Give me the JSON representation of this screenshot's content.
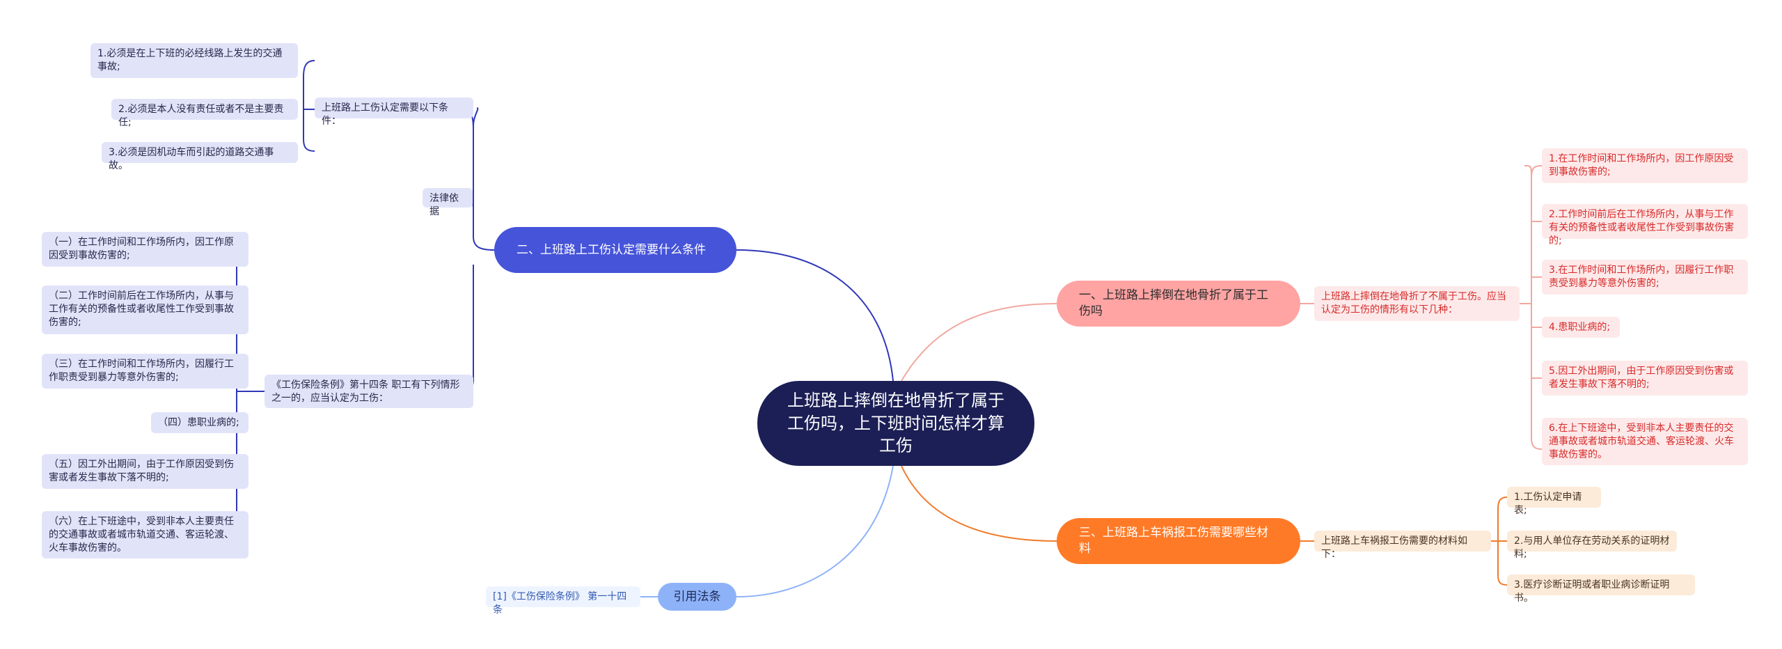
{
  "root": {
    "title": "上班路上摔倒在地骨折了属于工伤吗，上下班时间怎样才算工伤"
  },
  "left_branch": {
    "title": "二、上班路上工伤认定需要什么条件",
    "law_label": "法律依据",
    "conditions_label": "上班路上工伤认定需要以下条件：",
    "conditions": [
      "1.必须是在上下班的必经线路上发生的交通事故;",
      "2.必须是本人没有责任或者不是主要责任;",
      "3.必须是因机动车而引起的道路交通事故。"
    ],
    "regulation_label": "《工伤保险条例》第十四条 职工有下列情形之一的，应当认定为工伤：",
    "regulation_items": [
      "（一）在工作时间和工作场所内，因工作原因受到事故伤害的;",
      "（二）工作时间前后在工作场所内，从事与工作有关的预备性或者收尾性工作受到事故伤害的;",
      "（三）在工作时间和工作场所内，因履行工作职责受到暴力等意外伤害的;",
      "（四）患职业病的;",
      "（五）因工外出期间，由于工作原因受到伤害或者发生事故下落不明的;",
      "（六）在上下班途中，受到非本人主要责任的交通事故或者城市轨道交通、客运轮渡、火车事故伤害的。"
    ]
  },
  "right_branch_1": {
    "title": "一、上班路上摔倒在地骨折了属于工伤吗",
    "intro": "上班路上摔倒在地骨折了不属于工伤。应当认定为工伤的情形有以下几种：",
    "items": [
      "1.在工作时间和工作场所内，因工作原因受到事故伤害的;",
      "2.工作时间前后在工作场所内，从事与工作有关的预备性或者收尾性工作受到事故伤害的;",
      "3.在工作时间和工作场所内，因履行工作职责受到暴力等意外伤害的;",
      "4.患职业病的;",
      "5.因工外出期间，由于工作原因受到伤害或者发生事故下落不明的;",
      "6.在上下班途中，受到非本人主要责任的交通事故或者城市轨道交通、客运轮渡、火车事故伤害的。"
    ]
  },
  "right_branch_3": {
    "title": "三、上班路上车祸报工伤需要哪些材料",
    "intro": "上班路上车祸报工伤需要的材料如下：",
    "items": [
      "1.工伤认定申请表;",
      "2.与用人单位存在劳动关系的证明材料;",
      "3.医疗诊断证明或者职业病诊断证明书。"
    ]
  },
  "reference_branch": {
    "title": "引用法条",
    "items": [
      "[1]《工伤保险条例》 第一十四条"
    ]
  },
  "colors": {
    "root": "#1b1f55",
    "left": "#4654d9",
    "right1": "#ffa3a3",
    "right3": "#ff7a26",
    "reference": "#8eb2f7"
  }
}
